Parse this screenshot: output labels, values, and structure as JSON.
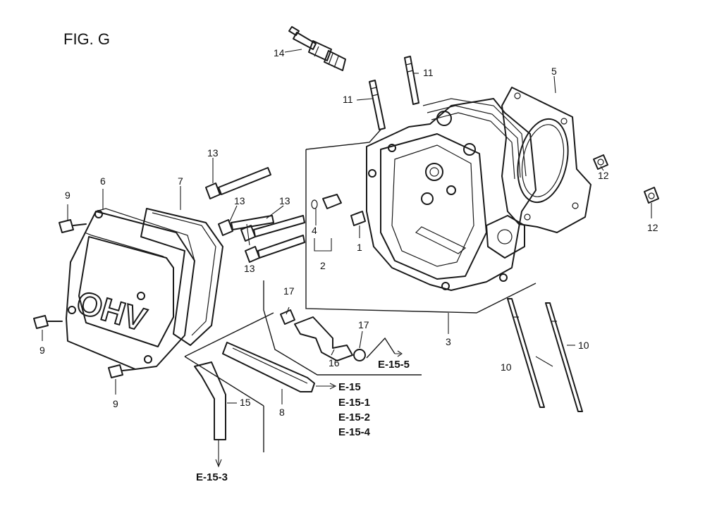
{
  "figure": {
    "title": "FIG. G",
    "cover_marking": "OHV",
    "callouts": [
      {
        "id": "c14",
        "text": "14"
      },
      {
        "id": "c11a",
        "text": "11"
      },
      {
        "id": "c11b",
        "text": "11"
      },
      {
        "id": "c5",
        "text": "5"
      },
      {
        "id": "c13a",
        "text": "13"
      },
      {
        "id": "c13b",
        "text": "13"
      },
      {
        "id": "c13c",
        "text": "13"
      },
      {
        "id": "c13d",
        "text": "13"
      },
      {
        "id": "c12a",
        "text": "12"
      },
      {
        "id": "c12b",
        "text": "12"
      },
      {
        "id": "c9a",
        "text": "9"
      },
      {
        "id": "c9b",
        "text": "9"
      },
      {
        "id": "c9c",
        "text": "9"
      },
      {
        "id": "c6",
        "text": "6"
      },
      {
        "id": "c7",
        "text": "7"
      },
      {
        "id": "c4",
        "text": "4"
      },
      {
        "id": "c1",
        "text": "1"
      },
      {
        "id": "c2",
        "text": "2"
      },
      {
        "id": "c17a",
        "text": "17"
      },
      {
        "id": "c17b",
        "text": "17"
      },
      {
        "id": "c16",
        "text": "16"
      },
      {
        "id": "c3",
        "text": "3"
      },
      {
        "id": "c10a",
        "text": "10"
      },
      {
        "id": "c10b",
        "text": "10"
      },
      {
        "id": "c8",
        "text": "8"
      },
      {
        "id": "c15",
        "text": "15"
      }
    ],
    "references": [
      {
        "id": "r1",
        "text": "E-15-5"
      },
      {
        "id": "r2",
        "text": "E-15"
      },
      {
        "id": "r3",
        "text": "E-15-1"
      },
      {
        "id": "r4",
        "text": "E-15-2"
      },
      {
        "id": "r5",
        "text": "E-15-4"
      },
      {
        "id": "r6",
        "text": "E-15-3"
      }
    ]
  }
}
